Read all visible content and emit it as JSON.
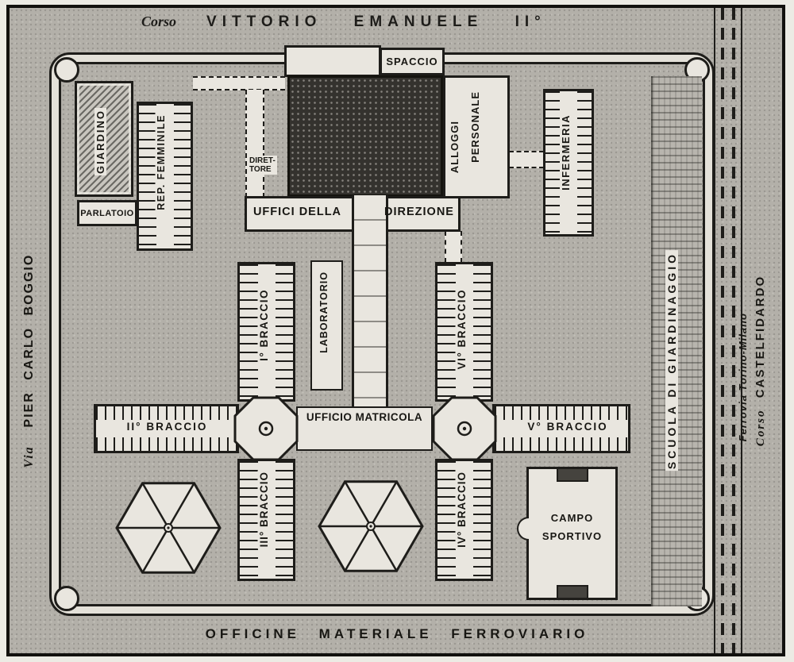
{
  "streets": {
    "top_prefix": "Corso",
    "top_name": "VITTORIO EMANUELE II°",
    "left_prefix": "Via",
    "left_name": "PIER CARLO BOGGIO",
    "bottom_name": "OFFICINE MATERIALE FERROVIARIO",
    "railway_name": "Ferrovia Torino-Milano",
    "right_prefix": "Corso",
    "right_name": "CASTELFIDARDO"
  },
  "labels": {
    "spaccio": "SPACCIO",
    "giardino": "GIARDINO",
    "parlatoio": "PARLATOIO",
    "rep_femminile": "REP. FEMMINILE",
    "direttore_l1": "DIRET-",
    "direttore_l2": "TORE",
    "uffici_della": "UFFICI DELLA",
    "direzione": "DIREZIONE",
    "alloggi": "ALLOGGI",
    "personale": "PERSONALE",
    "infermeria": "INFERMERIA",
    "laboratorio": "LABORATORIO",
    "braccio_1": "I° BRACCIO",
    "braccio_2": "II° BRACCIO",
    "braccio_3": "III° BRACCIO",
    "braccio_4": "IV° BRACCIO",
    "braccio_5": "V° BRACCIO",
    "braccio_6": "VI° BRACCIO",
    "ufficio_matricola": "UFFICIO MATRICOLA",
    "campo_l1": "CAMPO",
    "campo_l2": "SPORTIVO",
    "scuola": "SCUOLA DI GIARDINAGGIO"
  },
  "colors": {
    "ink": "#1e1d1a",
    "paper": "#e9e6df",
    "ground": "#b3b0a9",
    "dark_building": "#34322e"
  }
}
